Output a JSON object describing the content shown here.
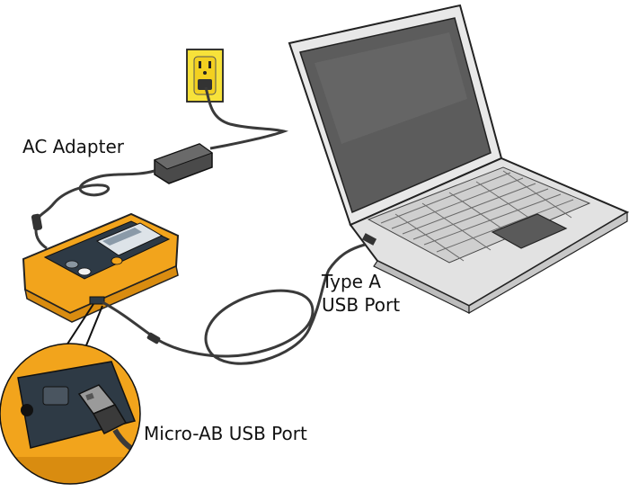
{
  "labels": {
    "ac_adapter": "AC Adapter",
    "type_a_line1": "Type A",
    "type_a_line2": "USB Port",
    "micro_ab": "Micro-AB USB Port"
  },
  "colors": {
    "tester_body": "#F2A41C",
    "tester_dark": "#2E3A45",
    "outlet_plate": "#F7E23A",
    "laptop_body": "#E6E6E6",
    "screen": "#5A5A5A",
    "cable": "#3A3A3A"
  },
  "icons": [
    "wall-outlet-icon",
    "ac-adapter-icon",
    "tester-device-icon",
    "laptop-icon",
    "usb-cable-icon",
    "micro-usb-connector-icon"
  ]
}
